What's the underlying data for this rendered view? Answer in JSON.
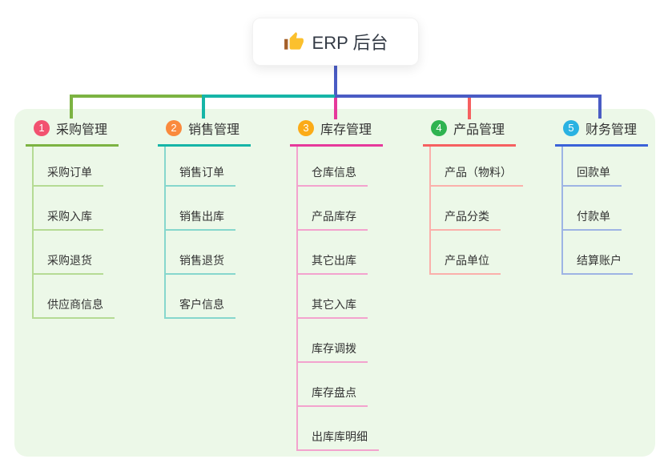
{
  "root": {
    "label": "ERP 后台",
    "icon": "thumbs-up-icon"
  },
  "colors": {
    "connector_blue": "#4a5cc4",
    "panel_bg": "#ecf8e8",
    "text_dark": "#333333",
    "root_bg": "#ffffff"
  },
  "branches": [
    {
      "num": "1",
      "title": "采购管理",
      "key": "purchasing",
      "color": "#7cb342",
      "light_color": "#b5db94",
      "badge_color": "#f25270",
      "children": [
        "采购订单",
        "采购入库",
        "采购退货",
        "供应商信息"
      ]
    },
    {
      "num": "2",
      "title": "销售管理",
      "key": "sales",
      "color": "#16b5a7",
      "light_color": "#86d7cd",
      "badge_color": "#fa8a3d",
      "children": [
        "销售订单",
        "销售出库",
        "销售退货",
        "客户信息"
      ]
    },
    {
      "num": "3",
      "title": "库存管理",
      "key": "inventory",
      "color": "#e6399b",
      "light_color": "#f3a3ce",
      "badge_color": "#fbab18",
      "children": [
        "仓库信息",
        "产品库存",
        "其它出库",
        "其它入库",
        "库存调拨",
        "库存盘点",
        "出库库明细"
      ]
    },
    {
      "num": "4",
      "title": "产品管理",
      "key": "product",
      "color": "#f66060",
      "light_color": "#fbb0ab",
      "badge_color": "#2fb350",
      "children": [
        "产品（物料）",
        "产品分类",
        "产品单位"
      ]
    },
    {
      "num": "5",
      "title": "财务管理",
      "key": "finance",
      "color": "#3a62d8",
      "light_color": "#9eb4e4",
      "badge_color": "#2ab2e2",
      "children": [
        "回款单",
        "付款单",
        "结算账户"
      ]
    }
  ]
}
